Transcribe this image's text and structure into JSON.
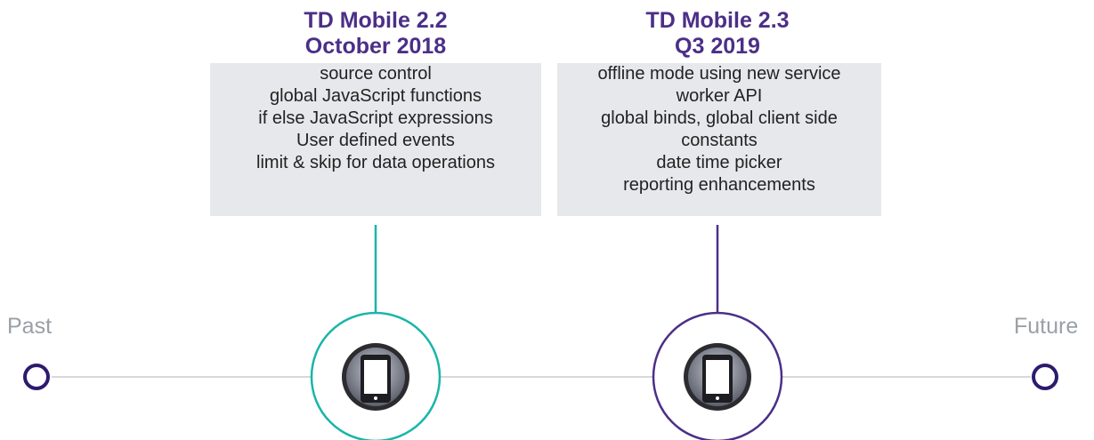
{
  "timeline": {
    "start_label": "Past",
    "end_label": "Future"
  },
  "milestones": [
    {
      "title_line1": "TD Mobile 2.2",
      "title_line2": "October 2018",
      "color": "#1ab5a9",
      "icon": "mobile-device-icon",
      "features": [
        "source control",
        "global JavaScript functions",
        "if else JavaScript expressions",
        "User defined events",
        "limit & skip for data operations"
      ]
    },
    {
      "title_line1": "TD Mobile 2.3",
      "title_line2": "Q3 2019",
      "color": "#4b2f87",
      "icon": "mobile-device-icon",
      "features": [
        "offline mode using new service",
        "worker API",
        "global binds, global client side",
        "constants",
        "date time picker",
        "reporting enhancements"
      ]
    }
  ],
  "colors": {
    "title": "#4b2f87",
    "box_background": "#e6e8eb",
    "timeline_line": "#c9cbcf",
    "endpoint": "#2d1b6e",
    "muted_label": "#9aa0a6"
  }
}
